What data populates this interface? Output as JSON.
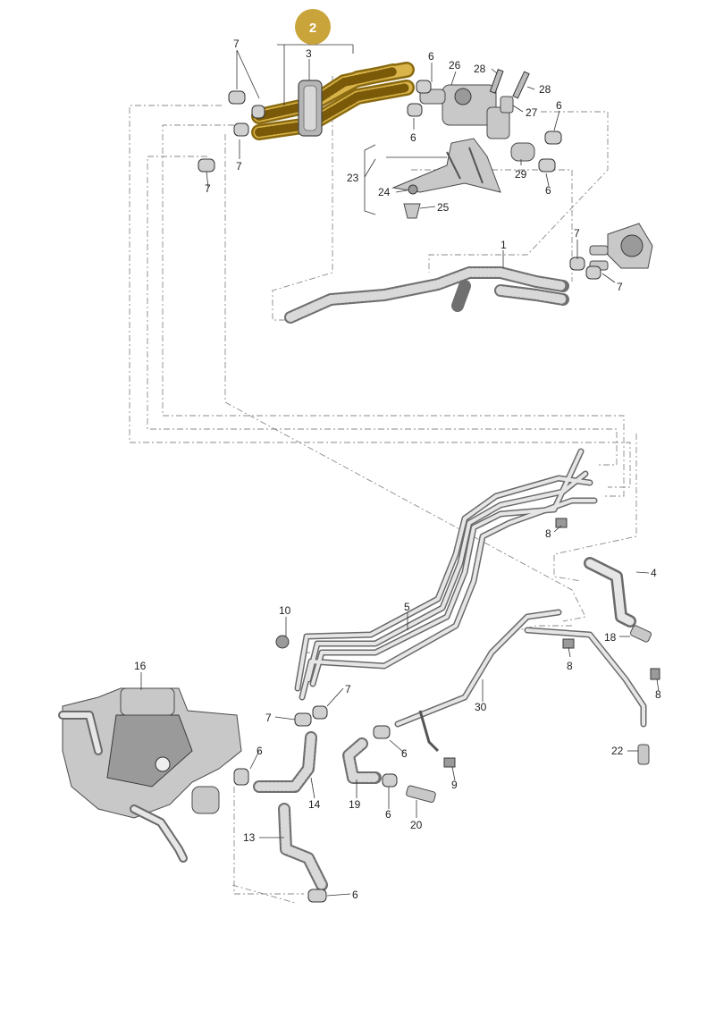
{
  "badge": {
    "label": "2",
    "color": "#c9a43a"
  },
  "callouts": [
    {
      "id": "c-7a",
      "text": "7"
    },
    {
      "id": "c-3",
      "text": "3"
    },
    {
      "id": "c-6a",
      "text": "6"
    },
    {
      "id": "c-26",
      "text": "26"
    },
    {
      "id": "c-28a",
      "text": "28"
    },
    {
      "id": "c-28b",
      "text": "28"
    },
    {
      "id": "c-27",
      "text": "27"
    },
    {
      "id": "c-6b",
      "text": "6"
    },
    {
      "id": "c-6c",
      "text": "6"
    },
    {
      "id": "c-7b",
      "text": "7"
    },
    {
      "id": "c-7c",
      "text": "7"
    },
    {
      "id": "c-29",
      "text": "29"
    },
    {
      "id": "c-6d",
      "text": "6"
    },
    {
      "id": "c-23",
      "text": "23"
    },
    {
      "id": "c-24",
      "text": "24"
    },
    {
      "id": "c-25",
      "text": "25"
    },
    {
      "id": "c-1",
      "text": "1"
    },
    {
      "id": "c-7d",
      "text": "7"
    },
    {
      "id": "c-7e",
      "text": "7"
    },
    {
      "id": "c-8a",
      "text": "8"
    },
    {
      "id": "c-4",
      "text": "4"
    },
    {
      "id": "c-10",
      "text": "10"
    },
    {
      "id": "c-5",
      "text": "5"
    },
    {
      "id": "c-18",
      "text": "18"
    },
    {
      "id": "c-8b",
      "text": "8"
    },
    {
      "id": "c-16",
      "text": "16"
    },
    {
      "id": "c-7f",
      "text": "7"
    },
    {
      "id": "c-7g",
      "text": "7"
    },
    {
      "id": "c-30",
      "text": "30"
    },
    {
      "id": "c-8c",
      "text": "8"
    },
    {
      "id": "c-6e",
      "text": "6"
    },
    {
      "id": "c-6f",
      "text": "6"
    },
    {
      "id": "c-22",
      "text": "22"
    },
    {
      "id": "c-14",
      "text": "14"
    },
    {
      "id": "c-9",
      "text": "9"
    },
    {
      "id": "c-19",
      "text": "19"
    },
    {
      "id": "c-6g",
      "text": "6"
    },
    {
      "id": "c-20",
      "text": "20"
    },
    {
      "id": "c-13",
      "text": "13"
    },
    {
      "id": "c-6h",
      "text": "6"
    }
  ]
}
